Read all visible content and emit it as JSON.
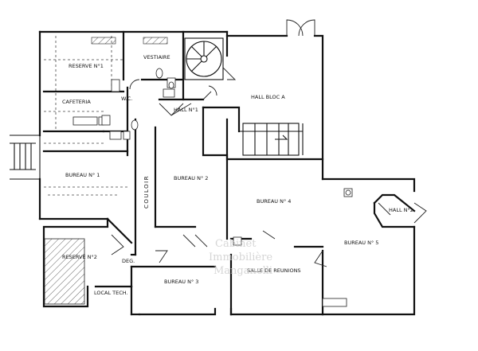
{
  "rooms": {
    "reserve_1": "RESERVE N°1",
    "vestiaire": "VESTIAIRE",
    "cafeteria": "CAFETERIA",
    "wc": "W.C.",
    "hall_1": "HALL N°1",
    "hall_bloc_a": "HALL BLOC A",
    "bureau_1": "BUREAU N° 1",
    "bureau_2": "BUREAU N° 2",
    "couloir": "COULOIR",
    "bureau_4": "BUREAU N° 4",
    "hall_2": "HALL N°2",
    "reserve_2": "RESERVE N°2",
    "deg": "DEG.",
    "bureau_5": "BUREAU N° 5",
    "salle_reunions": "SALLE DE REUNIONS",
    "bureau_3": "BUREAU N° 3",
    "local_tech": "LOCAL TECH."
  },
  "watermark": {
    "line1": "Cabinet",
    "line2": "Immobilière",
    "line3": "Manganelli"
  }
}
